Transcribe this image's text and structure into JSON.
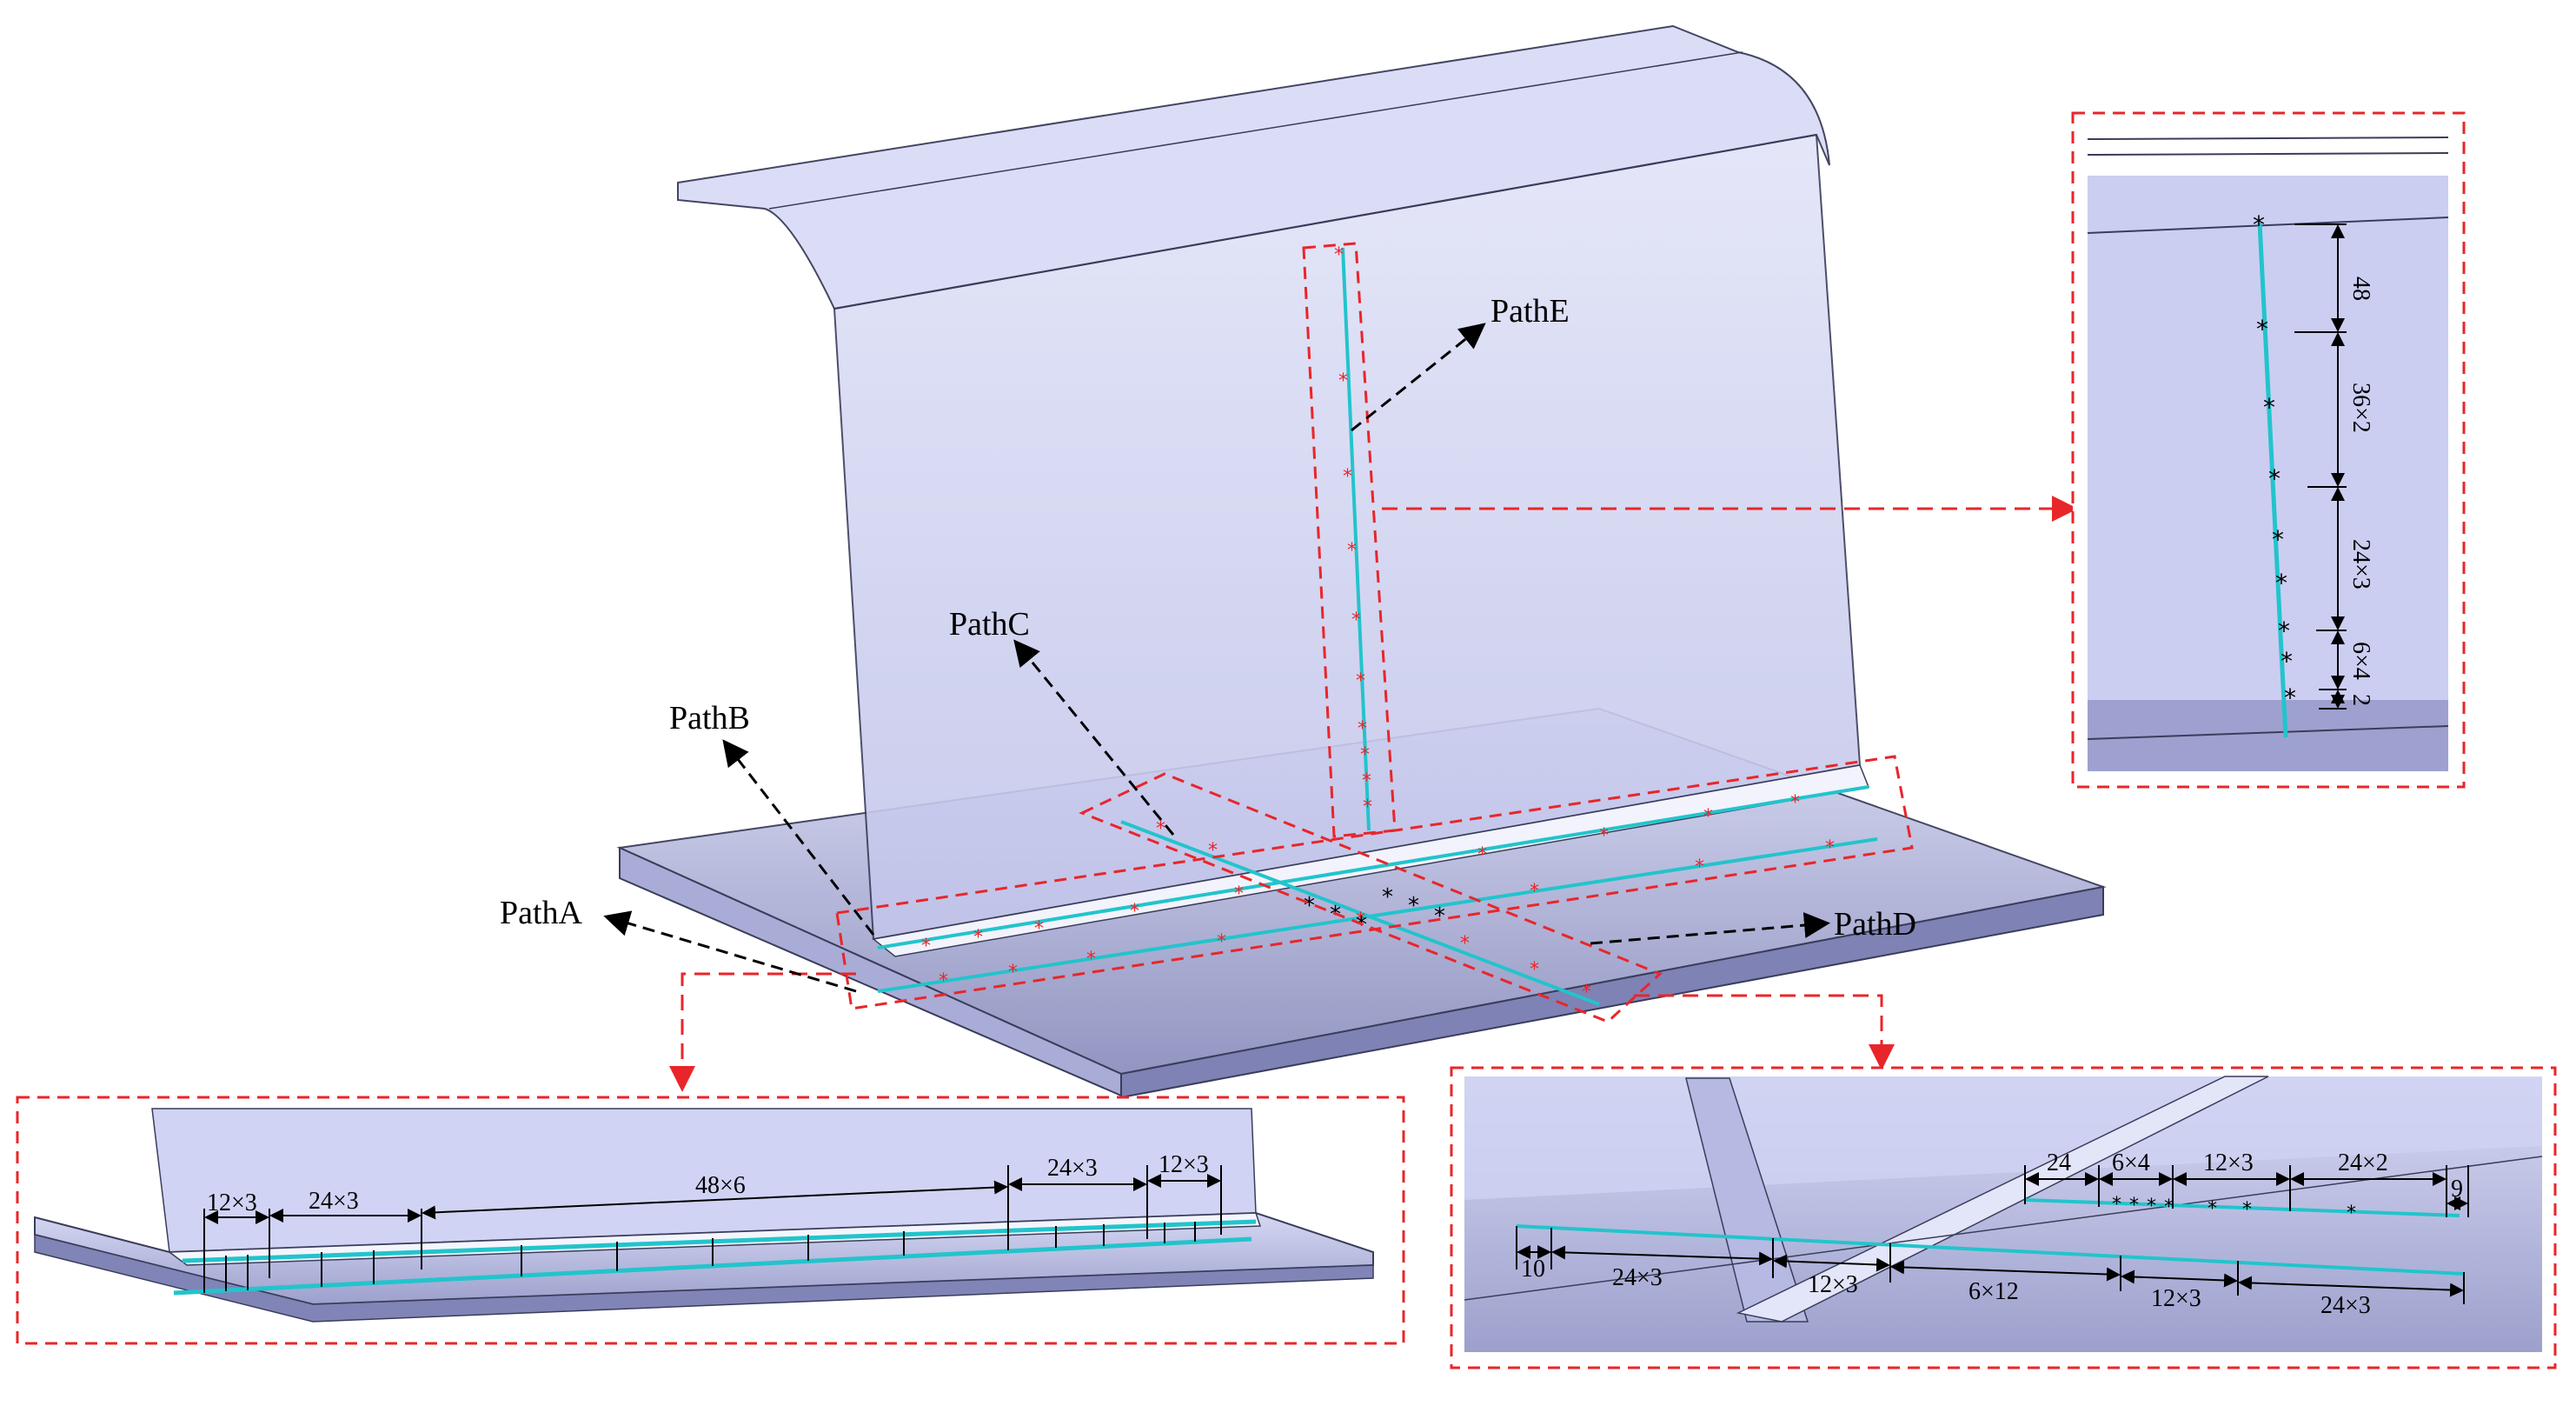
{
  "paths": {
    "a": "PathA",
    "b": "PathB",
    "c": "PathC",
    "d": "PathD",
    "e": "PathE"
  },
  "vertical_detail": {
    "segments": [
      "48",
      "36×2",
      "24×3",
      "6×4",
      "2"
    ]
  },
  "bottom_left_detail": {
    "segments": [
      "12×3",
      "24×3",
      "48×6",
      "24×3",
      "12×3"
    ]
  },
  "bottom_right_detail": {
    "top_segments": [
      "24",
      "6×4",
      "12×3",
      "24×2",
      "9"
    ],
    "bottom_segments": [
      "10",
      "24×3",
      "12×3",
      "6×12",
      "12×3",
      "24×3"
    ]
  },
  "colors": {
    "path_line": "#22c4cc",
    "callout": "#e8262a",
    "surface": "#c9cdf0",
    "surface_dark": "#8c8fbd",
    "edge": "#3a3d5a"
  }
}
